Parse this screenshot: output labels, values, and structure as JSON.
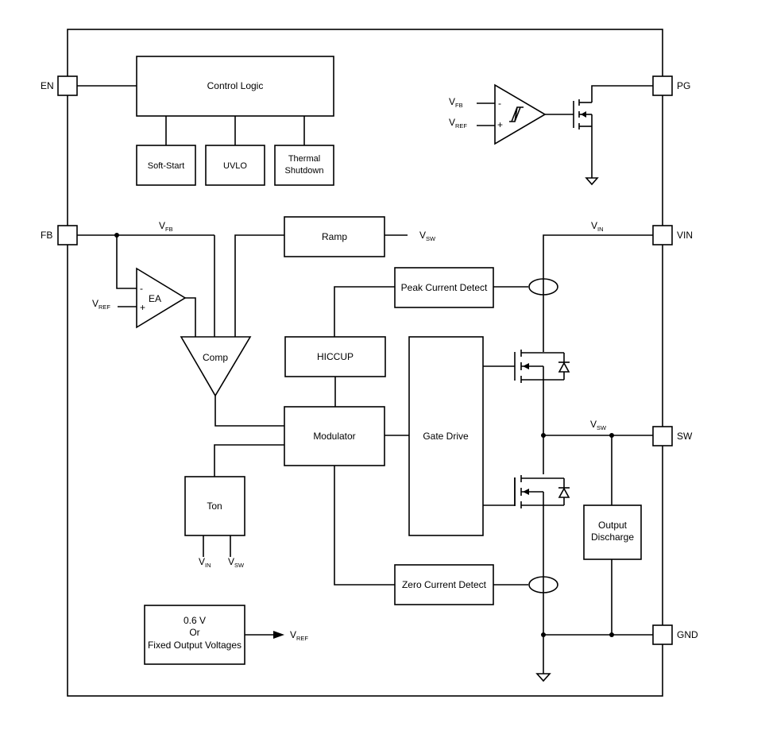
{
  "colors": {
    "line": "#000000",
    "background": "#ffffff"
  },
  "pins": {
    "en": "EN",
    "fb": "FB",
    "pg": "PG",
    "vin": "VIN",
    "sw": "SW",
    "gnd": "GND"
  },
  "blocks": {
    "control_logic": "Control Logic",
    "soft_start": "Soft-Start",
    "uvlo": "UVLO",
    "thermal_line1": "Thermal",
    "thermal_line2": "Shutdown",
    "ramp": "Ramp",
    "peak_current_detect": "Peak Current Detect",
    "hiccup": "HICCUP",
    "ea": "EA",
    "comp": "Comp",
    "modulator": "Modulator",
    "gate_drive": "Gate Drive",
    "ton": "Ton",
    "output_discharge_line1": "Output",
    "output_discharge_line2": "Discharge",
    "zero_current_detect": "Zero Current Detect",
    "vref_line1": "0.6 V",
    "vref_line2": "Or",
    "vref_line3": "Fixed Output Voltages"
  },
  "signals": {
    "v": "V",
    "fb": "FB",
    "ref": "REF",
    "sw": "SW",
    "in": "IN"
  },
  "symbols": {
    "minus": "-",
    "plus": "+"
  }
}
